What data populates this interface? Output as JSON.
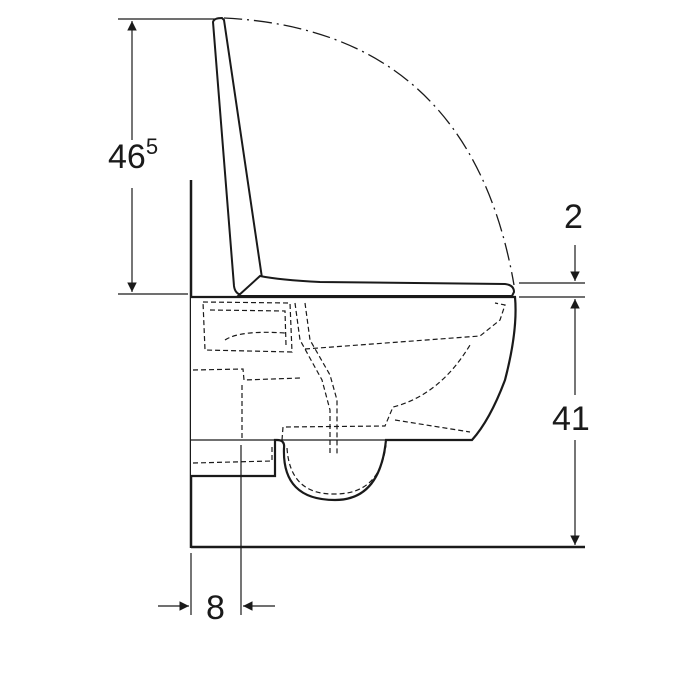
{
  "diagram": {
    "subject": "Wall-hung WC with seat and lid, side view",
    "line_color": "#1a1a1a",
    "background": "#ffffff",
    "dimensions": {
      "lid_height": {
        "main": "46",
        "superscript": "5"
      },
      "seat_thickness": "2",
      "bowl_height": "41",
      "wall_offset": "8"
    }
  }
}
